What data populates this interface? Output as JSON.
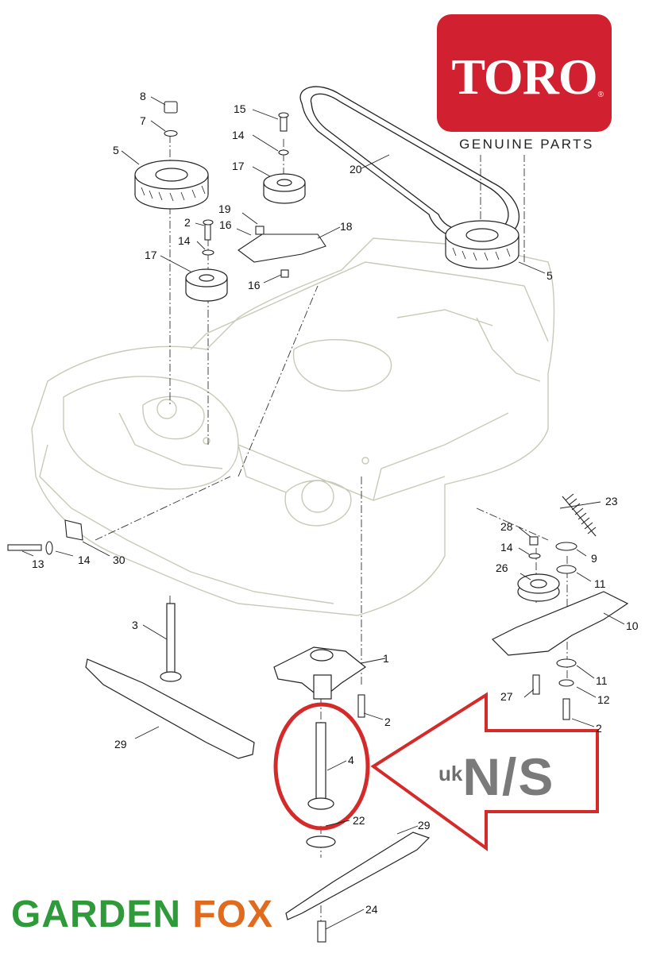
{
  "brand": {
    "logo_text": "TORO",
    "logo_registered": "®",
    "tagline": "GENUINE PARTS",
    "brand_color": "#d1202f"
  },
  "retailer": {
    "name_part1": "GARDEN",
    "name_part2": "FOX",
    "color_part1": "#2f9a3a",
    "color_part2": "#e06a1d"
  },
  "highlight": {
    "region_label": "uk",
    "side_label": "N/S",
    "highlight_color": "#d42a2a",
    "highlighted_part": "4"
  },
  "callouts": {
    "c1": "1",
    "c2a": "2",
    "c2b": "2",
    "c2c": "2",
    "c3": "3",
    "c4": "4",
    "c5a": "5",
    "c5b": "5",
    "c7": "7",
    "c8": "8",
    "c9": "9",
    "c10": "10",
    "c11a": "11",
    "c11b": "11",
    "c12": "12",
    "c13": "13",
    "c14a": "14",
    "c14b": "14",
    "c14c": "14",
    "c14d": "14",
    "c15": "15",
    "c16a": "16",
    "c16b": "16",
    "c17a": "17",
    "c17b": "17",
    "c18": "18",
    "c19": "19",
    "c20": "20",
    "c22": "22",
    "c23": "23",
    "c24": "24",
    "c26": "26",
    "c27": "27",
    "c28": "28",
    "c29a": "29",
    "c29b": "29",
    "c30": "30"
  }
}
